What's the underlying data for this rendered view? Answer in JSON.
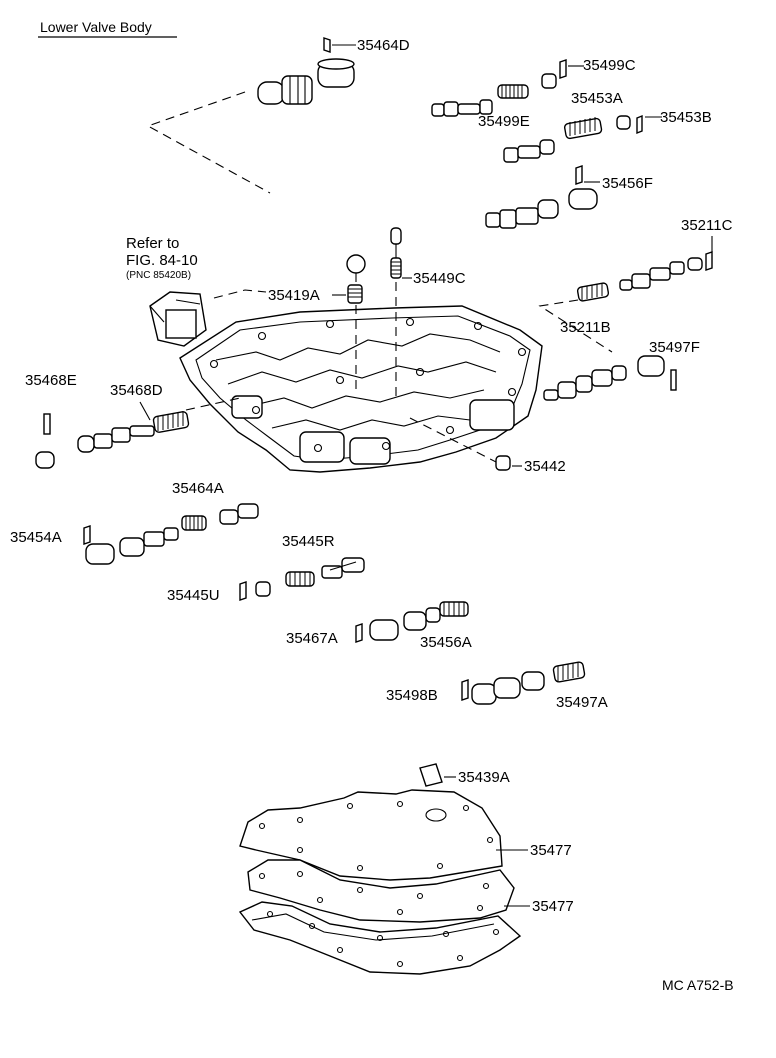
{
  "title": "Lower Valve Body",
  "refer": {
    "line1": "Refer to",
    "line2": "FIG. 84-10",
    "line3": "(PNC 85420B)"
  },
  "code": "MC A752-B",
  "labels": {
    "p35464D": "35464D",
    "p35499C": "35499C",
    "p35453A": "35453A",
    "p35499E": "35499E",
    "p35453B": "35453B",
    "p35456F": "35456F",
    "p35211C": "35211C",
    "p35449C": "35449C",
    "p35419A": "35419A",
    "p35211B": "35211B",
    "p35497F": "35497F",
    "p35468E": "35468E",
    "p35468D": "35468D",
    "p35442": "35442",
    "p35464A": "35464A",
    "p35454A": "35454A",
    "p35445R": "35445R",
    "p35445U": "35445U",
    "p35467A": "35467A",
    "p35456A": "35456A",
    "p35498B": "35498B",
    "p35497A": "35497A",
    "p35439A": "35439A",
    "p35477a": "35477",
    "p35477b": "35477"
  }
}
